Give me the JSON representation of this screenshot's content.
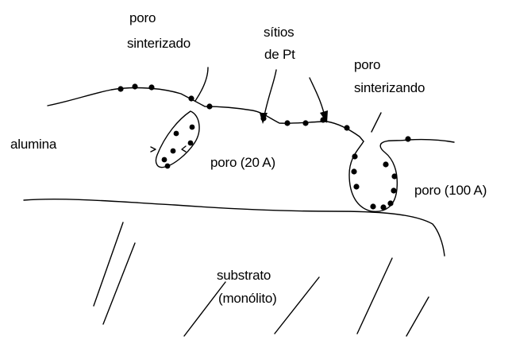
{
  "labels": {
    "poro_sinterizado": [
      "poro",
      "sinterizado"
    ],
    "sitios_pt": [
      "sítios",
      "de  Pt"
    ],
    "poro_sinterizando": [
      "poro",
      "sinterizando"
    ],
    "alumina": "alumina",
    "poro_20": "poro  (20 A)",
    "poro_100": "poro  (100 A)",
    "substrato": [
      "substrato",
      "(monólito)"
    ]
  },
  "colors": {
    "ink": "#000000",
    "background": "#ffffff"
  }
}
